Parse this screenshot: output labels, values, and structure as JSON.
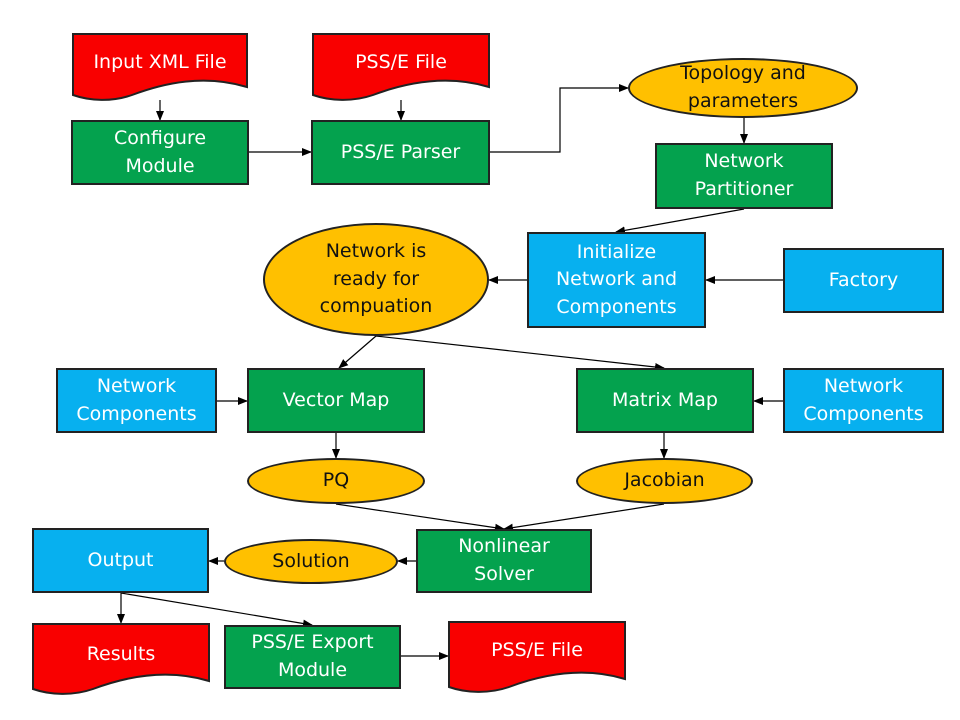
{
  "diagram": {
    "documents": {
      "input_xml": "Input XML File",
      "psse_file_in": "PSS/E File",
      "results": "Results",
      "psse_file_out": "PSS/E File"
    },
    "processes": {
      "configure_module": "Configure\nModule",
      "psse_parser": "PSS/E Parser",
      "network_partitioner": "Network\nPartitioner",
      "vector_map": "Vector Map",
      "matrix_map": "Matrix Map",
      "nonlinear_solver": "Nonlinear\nSolver",
      "psse_export": "PSS/E Export\nModule"
    },
    "components": {
      "initialize": "Initialize\nNetwork and\nComponents",
      "factory": "Factory",
      "net_components_left": "Network\nComponents",
      "net_components_right": "Network\nComponents",
      "output": "Output"
    },
    "states": {
      "topology": "Topology and\nparameters",
      "network_ready": "Network is\nready for\ncompuation",
      "pq": "PQ",
      "jacobian": "Jacobian",
      "solution": "Solution"
    },
    "colors": {
      "document": "#f90000",
      "process": "#04a24e",
      "component": "#07b0ef",
      "state": "#ffc000",
      "border": "#222222"
    }
  }
}
